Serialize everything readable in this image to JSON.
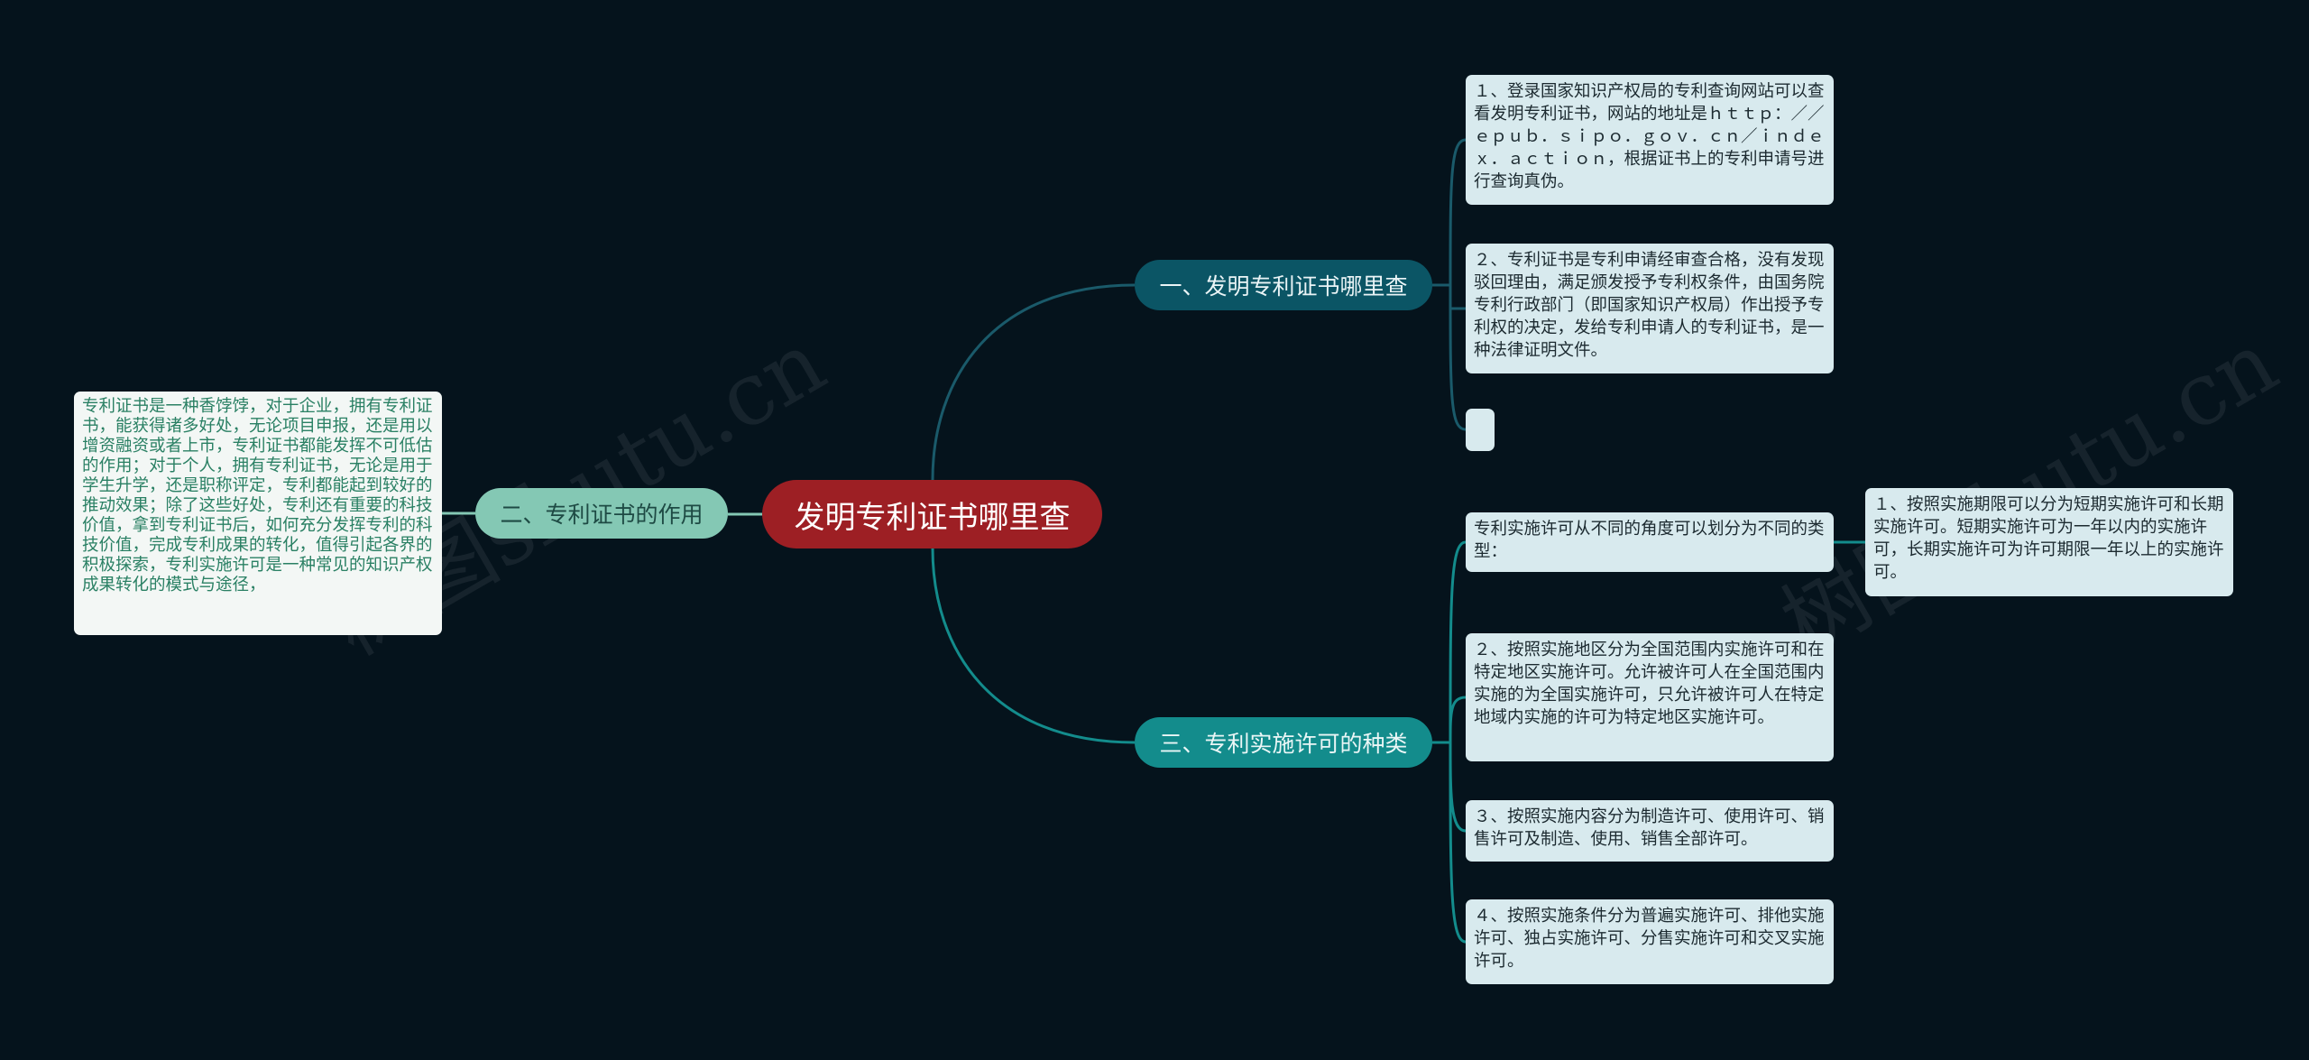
{
  "root": {
    "label": "发明专利证书哪里查"
  },
  "branches": [
    {
      "label": "一、发明专利证书哪里查"
    },
    {
      "label": "二、专利证书的作用"
    },
    {
      "label": "三、专利实施许可的种类"
    }
  ],
  "leaves": {
    "b1_1": "１、登录国家知识产权局的专利查询网站可以查看发明专利证书，网站的地址是ｈｔｔｐ：／／ｅｐｕｂ．ｓｉｐｏ．ｇｏｖ．ｃｎ／ｉｎｄｅｘ．ａｃｔｉｏｎ，根据证书上的专利申请号进行查询真伪。",
    "b1_2": "２、专利证书是专利申请经审查合格，没有发现驳回理由，满足颁发授予专利权条件，由国务院专利行政部门（即国家知识产权局）作出授予专利权的决定，发给专利申请人的专利证书，是一种法律证明文件。",
    "b1_3": "",
    "b2_1": "专利证书是一种香饽饽，对于企业，拥有专利证书，能获得诸多好处，无论项目申报，还是用以增资融资或者上市，专利证书都能发挥不可低估的作用；对于个人，拥有专利证书，无论是用于学生升学，还是职称评定，专利都能起到较好的推动效果；除了这些好处，专利还有重要的科技价值，拿到专利证书后，如何充分发挥专利的科技价值，完成专利成果的转化，值得引起各界的积极探索，专利实施许可是一种常见的知识产权成果转化的模式与途径，",
    "b3_1": "专利实施许可从不同的角度可以划分为不同的类型：",
    "b3_1_1": "１、按照实施期限可以分为短期实施许可和长期实施许可。短期实施许可为一年以内的实施许可，长期实施许可为许可期限一年以上的实施许可。",
    "b3_2": "２、按照实施地区分为全国范围内实施许可和在特定地区实施许可。允许被许可人在全国范围内实施的为全国实施许可，只允许被许可人在特定地域内实施的许可为特定地区实施许可。",
    "b3_3": "３、按照实施内容分为制造许可、使用许可、销售许可及制造、使用、销售全部许可。",
    "b3_4": "４、按照实施条件分为普遍实施许可、排他实施许可、独占实施许可、分售实施许可和交叉实施许可。"
  },
  "watermark": "树图shutu.cn",
  "colors": {
    "background": "#05131c",
    "root": "#9d1f24",
    "branch1": "#0b5565",
    "branch2": "#84c8b4",
    "branch3": "#138c8c",
    "leaf": "#d8eaee"
  }
}
